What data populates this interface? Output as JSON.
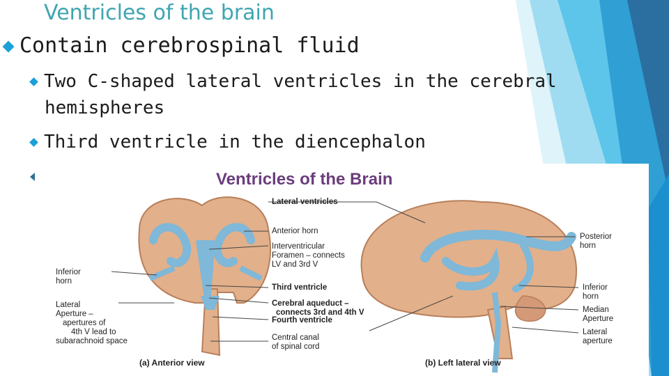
{
  "slide": {
    "title": "Ventricles of the brain",
    "bullets": {
      "level1": "Contain cerebrospinal fluid",
      "two_lateral_line1": "Two C-shaped lateral ventricles in the cerebral",
      "two_lateral_line2": "hemispheres",
      "third": "Third ventricle in the diencephalon"
    }
  },
  "figure": {
    "title": "Ventricles of the Brain",
    "labels": {
      "lateral_ventricles": "Lateral ventricles",
      "anterior_horn": "Anterior horn",
      "interventricular_1": "Interventricular",
      "interventricular_2": "Foramen – connects",
      "interventricular_3": "LV and 3rd V",
      "third_ventricle": "Third ventricle",
      "cerebral_aqueduct_1": "Cerebral aqueduct –",
      "cerebral_aqueduct_2": "connects 3rd and 4th V",
      "fourth_ventricle": "Fourth ventricle",
      "central_canal_1": "Central canal",
      "central_canal_2": "of spinal cord",
      "inferior_horn_left_1": "Inferior",
      "inferior_horn_left_2": "horn",
      "lateral_aperture_left_1": "Lateral",
      "lateral_aperture_left_2": "Aperture –",
      "lateral_aperture_left_3": "apertures of",
      "lateral_aperture_left_4": "4th V lead to",
      "lateral_aperture_left_5": "subarachnoid space",
      "posterior_horn_1": "Posterior",
      "posterior_horn_2": "horn",
      "inferior_horn_right_1": "Inferior",
      "inferior_horn_right_2": "horn",
      "median_aperture_1": "Median",
      "median_aperture_2": "Aperture",
      "lateral_aperture_right_1": "Lateral",
      "lateral_aperture_right_2": "aperture",
      "anterior_view": "(a) Anterior view",
      "left_lateral_view": "(b) Left lateral view"
    }
  },
  "colors": {
    "title": "#3fa5b0",
    "bullet": "#1ba0d8",
    "figure_title": "#6a3d7c",
    "brain": "#e2b08a",
    "ventricle": "#7fb8d8"
  }
}
